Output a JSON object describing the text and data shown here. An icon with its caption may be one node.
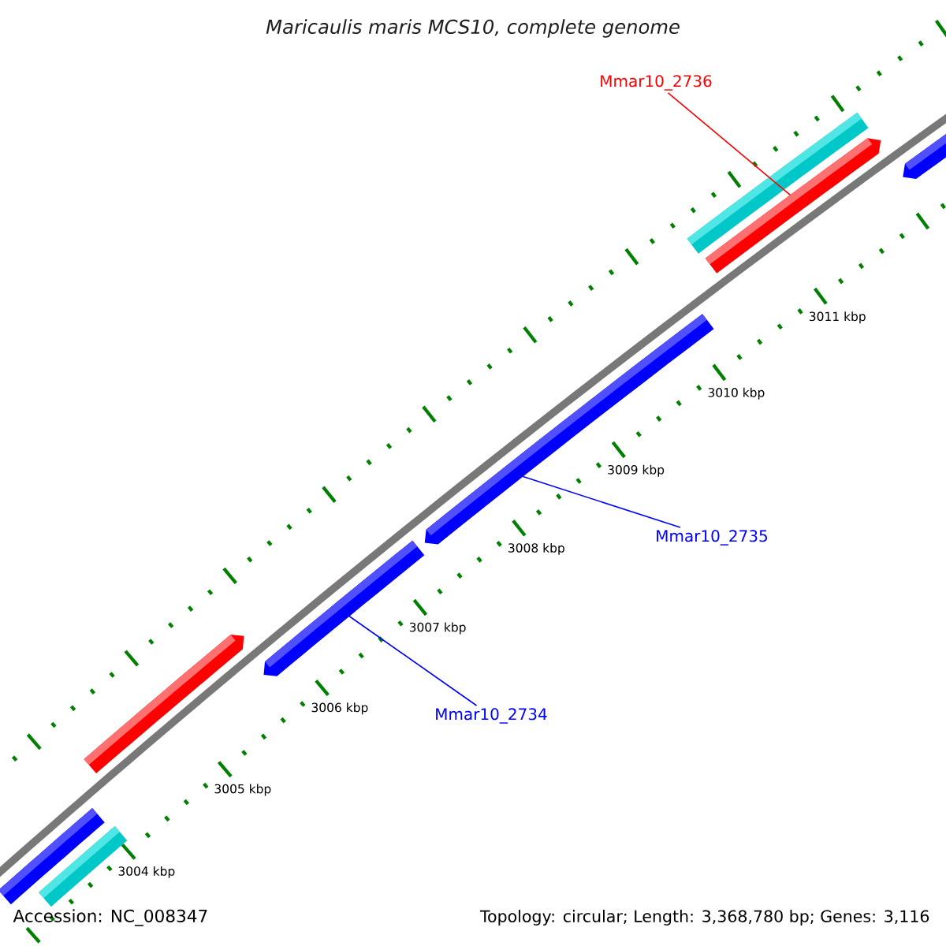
{
  "diagram": {
    "title": "Maricaulis maris MCS10, complete genome",
    "nodes": [
      {
        "text": [
          "Mmar10_2736"
        ]
      },
      {
        "text": [
          "Mmar10_2735"
        ]
      },
      {
        "text": [
          "Mmar10_2734"
        ]
      },
      {
        "text": [],
        "shape": "bar"
      },
      {
        "text": [],
        "shape": "arrow"
      },
      {
        "text": [],
        "shape": "arrow"
      },
      {
        "text": [],
        "shape": "arrow"
      },
      {
        "text": [],
        "shape": "arrow"
      },
      {
        "text": [],
        "shape": "arrow"
      },
      {
        "text": [],
        "shape": "bar"
      },
      {
        "text": [],
        "shape": "bar"
      }
    ],
    "edges": [
      {
        "from": 0,
        "to": 4,
        "arrow": "none",
        "color": "#ff0000"
      },
      {
        "from": 1,
        "to": 6,
        "arrow": "none",
        "color": "#0000ff"
      },
      {
        "from": 2,
        "to": 7,
        "arrow": "none",
        "color": "#0000ff"
      }
    ],
    "labels": [
      "3011 kbp",
      "3010 kbp",
      "3009 kbp",
      "3008 kbp",
      "3007 kbp",
      "3006 kbp",
      "3005 kbp",
      "3004 kbp",
      "Accession: NC_008347",
      "Topology: circular; Length: 3,368,780 bp; Genes: 3,116"
    ]
  }
}
